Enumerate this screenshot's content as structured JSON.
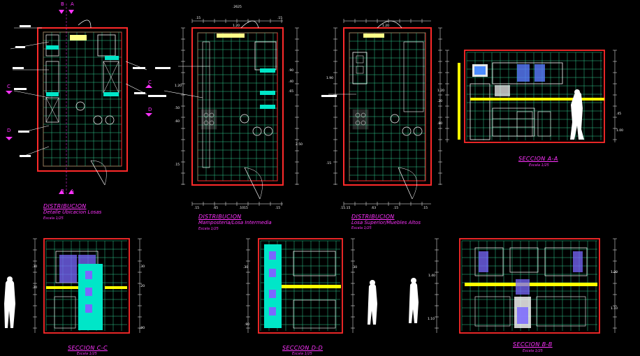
{
  "plans": [
    {
      "title": "DISTRIBUCION",
      "subtitle": "Detalle Ubicacion Losas",
      "scale": "Escala 1/25"
    },
    {
      "title": "DISTRIBUCION",
      "subtitle": "Mamposteria/Losa Intermedia",
      "scale": "Escala 1/25"
    },
    {
      "title": "DISTRIBUCION",
      "subtitle": "Losa Superior/Muebles Altos",
      "scale": "Escala 1/25"
    }
  ],
  "sections": {
    "aa": {
      "title": "SECCION A-A",
      "scale": "Escala 1/25"
    },
    "cc": {
      "title": "SECCION C-C",
      "scale": "Escala 1/25"
    },
    "dd": {
      "title": "SECCION D-D",
      "scale": "Escala 1/25"
    },
    "bb": {
      "title": "SECCION B-B",
      "scale": "Escala 1/25"
    }
  },
  "cut_marks": {
    "a": "A",
    "b": "B",
    "c": "C",
    "d": "D"
  },
  "dims": {
    "top_width": ".2625",
    "d120": "1.20",
    "d15": ".15",
    "d50": ".50",
    "d60": ".60",
    "d90": ".90",
    "d40": ".40",
    "d65": ".65",
    "d1015": ".1015",
    "d1515": ".15.15",
    "d63": ".63",
    "d20": ".20",
    "d140": "1.40",
    "d110": "1.10",
    "d250": "2.50",
    "d80": ".80",
    "d100": "1.00",
    "d30": ".30",
    "d45": ".45",
    "d190": "1.90"
  },
  "colors": {
    "wall": "#ff2a2a",
    "grid": "#2ecc8f",
    "tile": "#00e6c8",
    "accent": "#ffff00",
    "line": "#ffffff",
    "label": "#ff33ff"
  }
}
